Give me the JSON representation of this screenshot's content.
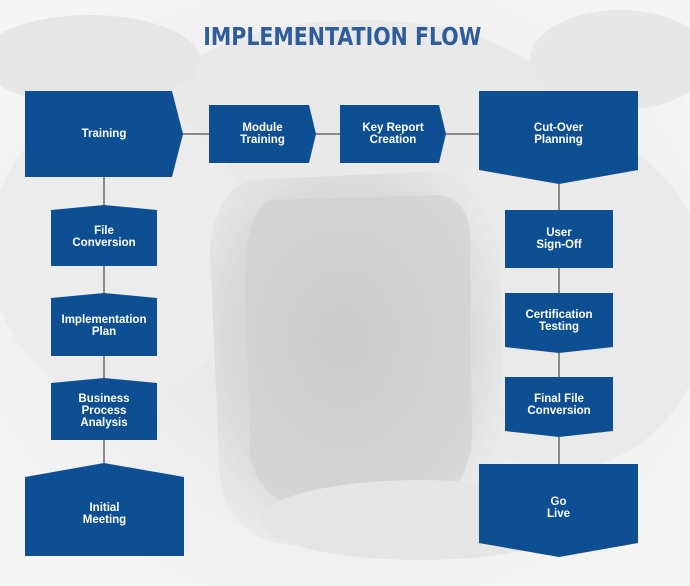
{
  "title": "IMPLEMENTATION FLOW",
  "colors": {
    "node_fill": "#0e4f94",
    "node_text": "#ffffff",
    "title": "#2e5c9c",
    "connector": "#8a8a8a"
  },
  "nodes": {
    "training": "Training",
    "module_training": "Module\nTraining",
    "key_report_creation": "Key Report\nCreation",
    "cut_over_planning": "Cut-Over\nPlanning",
    "file_conversion": "File\nConversion",
    "implementation_plan": "Implementation\nPlan",
    "business_process_analysis": "Business\nProcess\nAnalysis",
    "initial_meeting": "Initial\nMeeting",
    "user_sign_off": "User\nSign-Off",
    "certification_testing": "Certification\nTesting",
    "final_file_conversion": "Final File\nConversion",
    "go_live": "Go\nLive"
  }
}
